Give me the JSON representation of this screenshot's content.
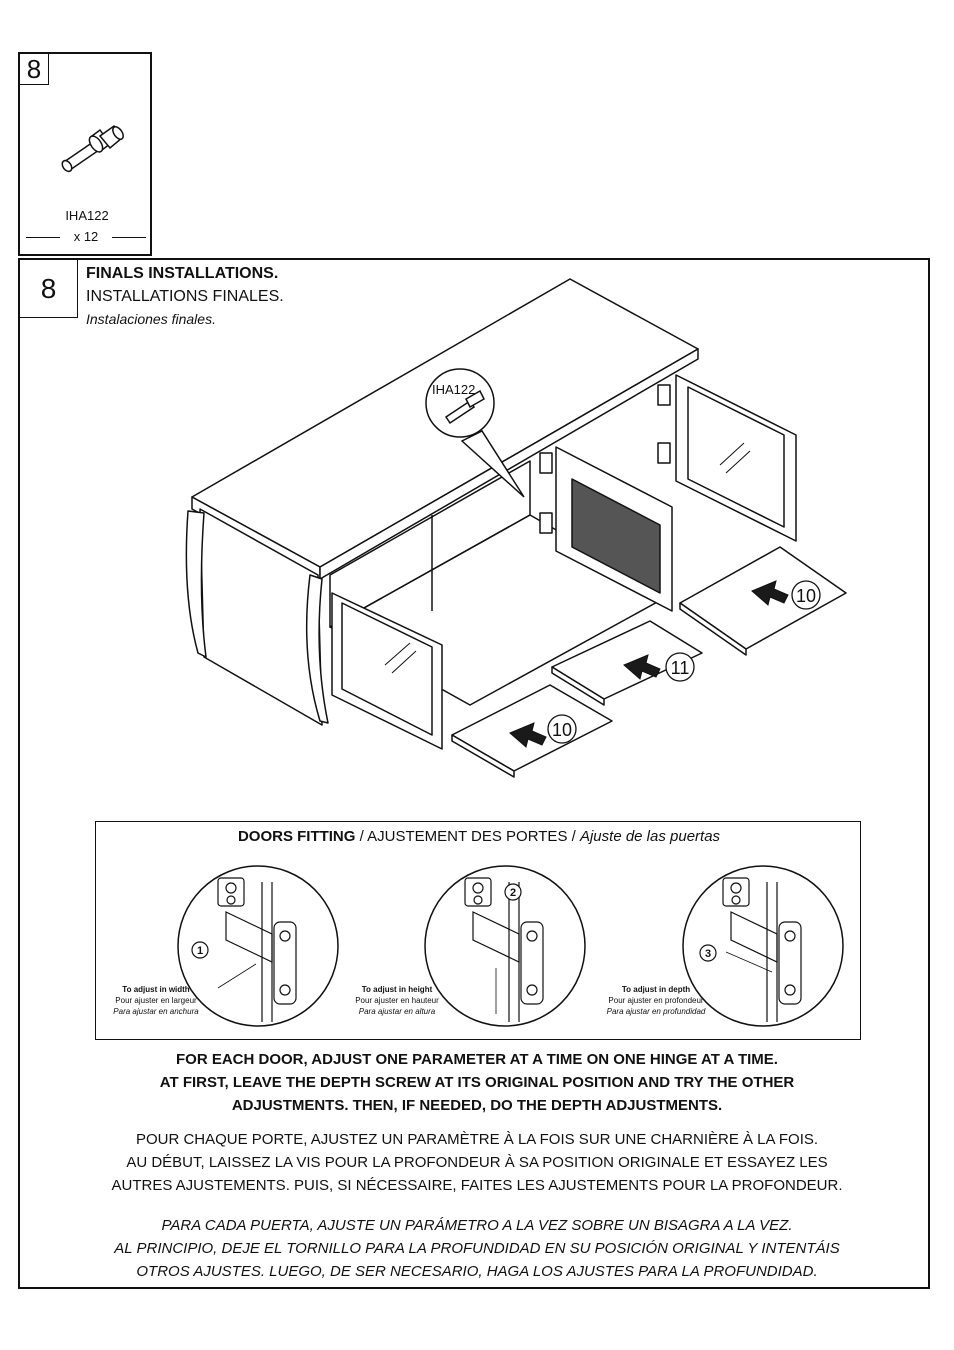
{
  "parts": {
    "step_number": "8",
    "code": "IHA122",
    "quantity": "x 12"
  },
  "step": {
    "number": "8",
    "title_en": "FINALS INSTALLATIONS.",
    "title_fr": "INSTALLATIONS FINALES.",
    "title_es": "Instalaciones finales.",
    "callout_code": "IHA122",
    "panel_labels": [
      "10",
      "11",
      "10"
    ]
  },
  "doors_fitting": {
    "title_en": "DOORS FITTING",
    "title_sep1": " / ",
    "title_fr": "AJUSTEMENT DES PORTES",
    "title_sep2": " / ",
    "title_es": "Ajuste de las puertas",
    "adjustments": [
      {
        "step": "1",
        "en": "To adjust in width",
        "fr": "Pour ajuster en largeur",
        "es": "Para ajustar en anchura"
      },
      {
        "step": "2",
        "en": "To adjust in height",
        "fr": "Pour ajuster en hauteur",
        "es": "Para ajustar en altura"
      },
      {
        "step": "3",
        "en": "To adjust in depth",
        "fr": "Pour ajuster en profondeur",
        "es": "Para ajustar en profundidad"
      }
    ]
  },
  "instructions": {
    "en": [
      "FOR EACH DOOR, ADJUST ONE PARAMETER AT A TIME ON ONE HINGE AT A TIME.",
      "AT FIRST, LEAVE THE DEPTH SCREW AT ITS ORIGINAL POSITION AND TRY THE OTHER",
      "ADJUSTMENTS. THEN, IF NEEDED, DO THE DEPTH ADJUSTMENTS."
    ],
    "fr": [
      "POUR CHAQUE PORTE, AJUSTEZ UN PARAMÈTRE À LA FOIS SUR UNE CHARNIÈRE À LA FOIS.",
      "AU DÉBUT, LAISSEZ LA VIS POUR LA PROFONDEUR À SA POSITION ORIGINALE ET ESSAYEZ LES",
      "AUTRES AJUSTEMENTS. PUIS, SI NÉCESSAIRE, FAITES LES AJUSTEMENTS POUR LA PROFONDEUR."
    ],
    "es": [
      "PARA CADA PUERTA, AJUSTE UN PARÁMETRO A LA VEZ SOBRE UN BISAGRA A LA VEZ.",
      "AL PRINCIPIO, DEJE EL TORNILLO PARA LA PROFUNDIDAD EN SU POSICIÓN ORIGINAL Y INTENTÁIS",
      "OTROS AJUSTES. LUEGO, DE SER NECESARIO, HAGA LOS AJUSTES PARA LA PROFUNDIDAD."
    ]
  },
  "colors": {
    "ink": "#111111",
    "paper": "#ffffff",
    "dark_arrow": "#1a1a1a"
  }
}
